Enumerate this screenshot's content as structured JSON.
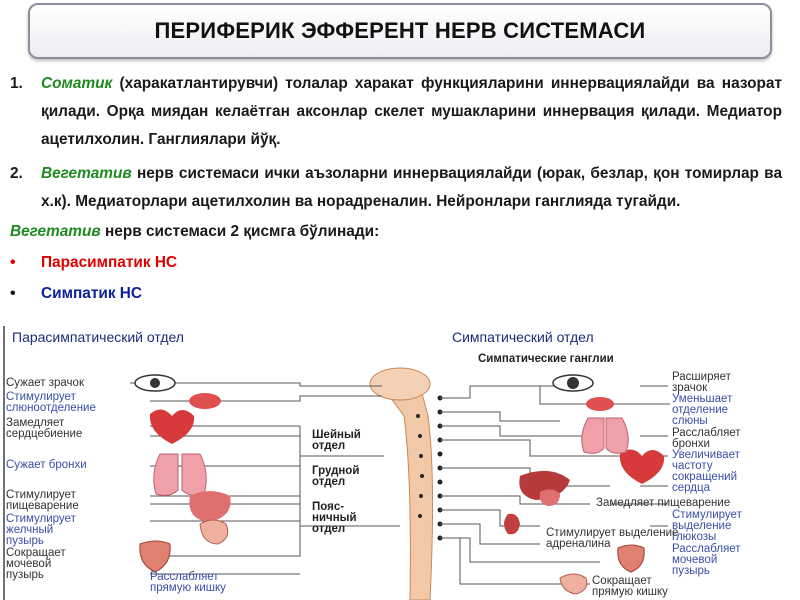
{
  "title": "ПЕРИФЕРИК ЭФФЕРЕНТ НЕРВ СИСТЕМАСИ",
  "items": [
    {
      "num": "1.",
      "term": "Соматик",
      "text": " (харакатлантирувчи) толалар харакат функцияларини иннервациялайди ва назорат қилади. Орқа миядан келаётган аксонлар скелет мушакларини иннервация қилади. Медиатор ацетилхолин. Ганглиялари йўқ."
    },
    {
      "num": "2.",
      "term": "Вегетатив",
      "text": " нерв системаси ички аъзоларни иннервациялайди (юрак, безлар, қон томирлар ва х.к). Медиаторлари ацетилхолин ва норадреналин. Нейронлари ганглияда тугайди."
    }
  ],
  "division_line": {
    "term": "Вегетатив",
    "text": " нерв системаси 2 қисмга бўлинади:"
  },
  "bullets": [
    {
      "dot": "•",
      "text": "Парасимпатик НС",
      "color": "#e00000"
    },
    {
      "dot": "•",
      "text": "Симпатик НС",
      "color": "#0d1f9a"
    }
  ],
  "diagram": {
    "left_header": "Парасимпатический отдел",
    "right_header": "Симпатический отдел",
    "ganglia_label": "Симпатические ганглии",
    "center_labels": [
      "Шейный\nотдел",
      "Грудной\nотдел",
      "Пояс-\nничный\nотдел"
    ],
    "left_labels": [
      {
        "text": "Сужает зрачок",
        "blue": false
      },
      {
        "text": "Стимулирует\nслюноотделение",
        "blue": true
      },
      {
        "text": "Замедляет\nсердцебиение",
        "blue": false
      },
      {
        "text": "Сужает бронхи",
        "blue": true
      },
      {
        "text": "Стимулирует\nпищеварение",
        "blue": false
      },
      {
        "text": "Стимулирует\nжелчный\nпузырь",
        "blue": true
      },
      {
        "text": "Сокращает\nмочевой\nпузырь",
        "blue": false
      },
      {
        "text": "Расслабляет\nпрямую кишку",
        "blue": true
      }
    ],
    "right_labels": [
      {
        "text": "Расширяет\nзрачок",
        "blue": false
      },
      {
        "text": "Уменьшает\nотделение\nслюны",
        "blue": true
      },
      {
        "text": "Расслабляет\nбронхи",
        "blue": false
      },
      {
        "text": "Увеличивает\nчастоту\nсокращений\nсердца",
        "blue": true
      },
      {
        "text": "Замедляет пищеварение",
        "blue": false
      },
      {
        "text": "Стимулирует\nвыделение\nглюкозы",
        "blue": true
      },
      {
        "text": "Стимулирует выделение\nадреналина",
        "blue": false
      },
      {
        "text": "Расслабляет\nмочевой\nпузырь",
        "blue": true
      },
      {
        "text": "Сокращает\nпрямую кишку",
        "blue": false
      }
    ]
  }
}
